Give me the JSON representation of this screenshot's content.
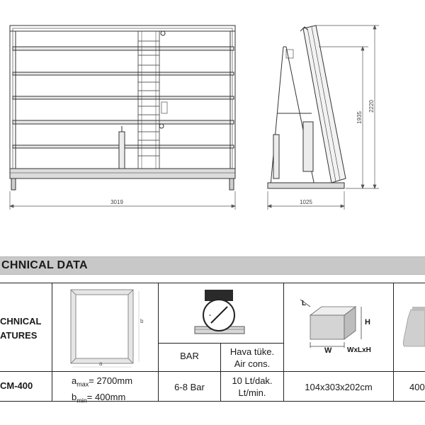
{
  "drawing": {
    "front_width": "3019",
    "side_width": "1025",
    "height_inner": "1935",
    "height_total": "2220"
  },
  "section": {
    "title": "CHNICAL DATA"
  },
  "table": {
    "features_label_line1": "CHNICAL",
    "features_label_line2": "ATURES",
    "model": "CM-400",
    "glass_a": "a",
    "glass_b": "b",
    "a_max_prefix": "a",
    "a_max_sub": "max",
    "a_max_value": "= 2700mm",
    "b_min_prefix": "b",
    "b_min_sub": "min",
    "b_min_value": "= 400mm",
    "pressure_header": "BAR",
    "pressure_value": "6-8 Bar",
    "air_header_line1": "Hava tüke.",
    "air_header_line2": "Air cons.",
    "air_value_line1": "10 Lt/dak.",
    "air_value_line2": "Lt/min.",
    "dims_icon_L": "L",
    "dims_icon_H": "H",
    "dims_icon_W": "W",
    "dims_icon_WxLxH": "WxLxH",
    "dims_value": "104x303x202cm",
    "weight_value": "400"
  }
}
